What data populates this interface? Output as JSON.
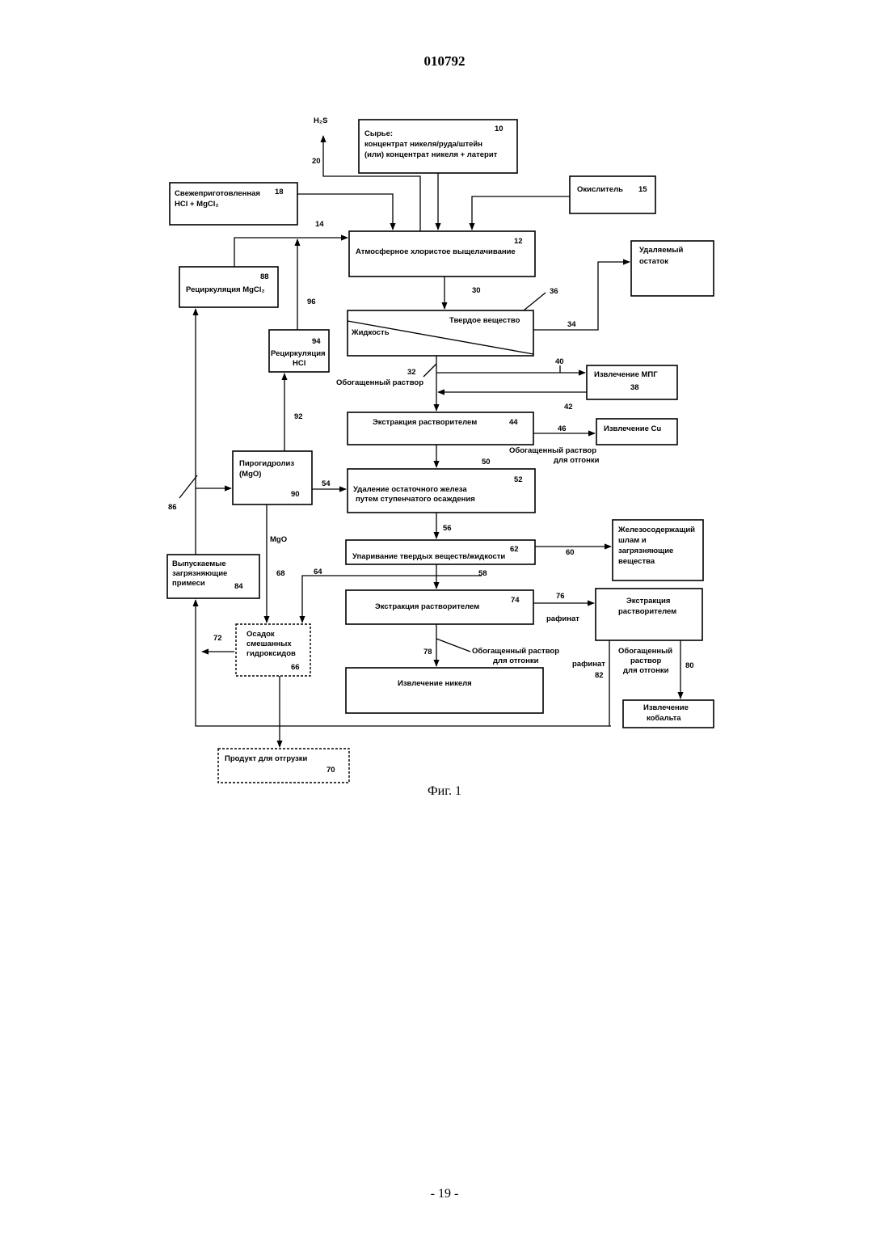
{
  "header": "010792",
  "caption": "Фиг. 1",
  "page_number": "- 19 -",
  "nodes": {
    "feed": {
      "lines": [
        "Сырье:",
        "концентрат никеля/руда/штейн",
        "(или) концентрат никеля + латерит"
      ],
      "num": "10"
    },
    "fresh": {
      "lines": [
        "Свежеприготовленная",
        "HCl + MgCl₂"
      ],
      "num": "18"
    },
    "oxidant": {
      "lines": [
        "Окислитель"
      ],
      "num": "15"
    },
    "leach": {
      "lines": [
        "Атмосферное хлористое выщелачивание"
      ],
      "num": "12"
    },
    "residue": {
      "lines": [
        "Удаляемый",
        "остаток"
      ],
      "num": ""
    },
    "mgcl2": {
      "lines": [
        "Рециркуляция MgCl₂"
      ],
      "num": "88"
    },
    "sep_solid": "Твердое вещество",
    "sep_liquid": "Жидкость",
    "hcl": {
      "lines": [
        "Рециркуляция",
        "HCl"
      ],
      "num": "94"
    },
    "pgm": {
      "lines": [
        "Извлечение МПГ"
      ],
      "num": "38"
    },
    "sx1": {
      "lines": [
        "Экстракция растворителем"
      ],
      "num": "44"
    },
    "cu": {
      "lines": [
        "Извлечение Cu"
      ],
      "num": ""
    },
    "pyro": {
      "lines": [
        "Пирогидролиз",
        "(MgO)"
      ],
      "num": "90"
    },
    "fe": {
      "lines": [
        "Удаление остаточного железа",
        "путем ступенчатого осаждения"
      ],
      "num": "52"
    },
    "evap": {
      "lines": [
        "Упаривание твердых веществ/жидкости"
      ],
      "num": "62"
    },
    "sludge": {
      "lines": [
        "Железосодержащий",
        "шлам и",
        "загрязняющие",
        "вещества"
      ],
      "num": ""
    },
    "bleed": {
      "lines": [
        "Выпускаемые",
        "загрязняющие",
        "примеси"
      ],
      "num": "84"
    },
    "sx2": {
      "lines": [
        "Экстракция растворителем"
      ],
      "num": "74"
    },
    "sx3": {
      "lines": [
        "Экстракция",
        "растворителем"
      ],
      "num": ""
    },
    "mhp": {
      "lines": [
        "Осадок",
        "смешанных",
        "гидроксидов"
      ],
      "num": "66"
    },
    "ni": {
      "lines": [
        "Извлечение никеля"
      ],
      "num": ""
    },
    "co": {
      "lines": [
        "Извлечение",
        "кобальта"
      ],
      "num": ""
    },
    "product": {
      "lines": [
        "Продукт для отгрузки"
      ],
      "num": "70"
    }
  },
  "flow_labels": {
    "h2s": "H₂S",
    "n20": "20",
    "n14": "14",
    "n30": "30",
    "n36": "36",
    "n34": "34",
    "n96": "96",
    "n32": "32",
    "n40": "40",
    "n42": "42",
    "n46": "46",
    "n92": "92",
    "n50": "50",
    "n54": "54",
    "n86": "86",
    "n56": "56",
    "n60": "60",
    "n68": "68",
    "n64": "64",
    "n58": "58",
    "n76": "76",
    "n72": "72",
    "n78": "78",
    "n82": "82",
    "n80": "80",
    "mgo": "MgO",
    "enriched": "Обогащенный раствор",
    "enriched_strip1": [
      "Обогащенный раствор",
      "для отгонки"
    ],
    "enriched_strip2": [
      "Обогащенный раствор",
      "для отгонки"
    ],
    "enriched_strip3": [
      "Обогащенный",
      "раствор",
      "для отгонки"
    ],
    "raffinate1": "рафинат",
    "raffinate2": "рафинат"
  }
}
